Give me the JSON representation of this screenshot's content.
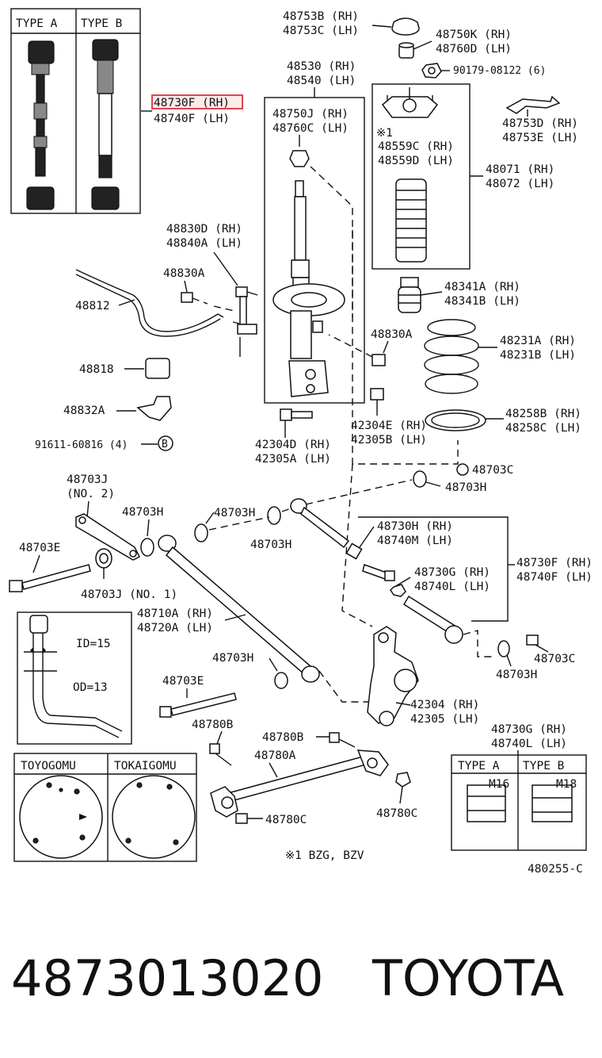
{
  "diagram": {
    "type_box": {
      "type_a": "TYPE A",
      "type_b": "TYPE B"
    },
    "labels": {
      "p48730F_rh": "48730F (RH)",
      "p48740F_lh": "48740F (LH)",
      "p48753B": "48753B (RH)",
      "p48753C": "48753C (LH)",
      "p48750K": "48750K (RH)",
      "p48760D": "48760D (LH)",
      "p90179": "90179-08122 (6)",
      "p48530": "48530 (RH)",
      "p48540": "48540 (LH)",
      "p48750J": "48750J (RH)",
      "p48760C": "48760C (LH)",
      "p48753D": "48753D (RH)",
      "p48753E": "48753E (LH)",
      "note1": "※1",
      "p48559C": "48559C (RH)",
      "p48559D": "48559D (LH)",
      "p48071": "48071 (RH)",
      "p48072": "48072 (LH)",
      "p48830D": "48830D (RH)",
      "p48840A": "48840A (LH)",
      "p48830A_a": "48830A",
      "p48812": "48812",
      "p48341A": "48341A (RH)",
      "p48341B": "48341B (LH)",
      "p48830A_b": "48830A",
      "p48231A": "48231A (RH)",
      "p48231B": "48231B (LH)",
      "p48818": "48818",
      "p48832A": "48832A",
      "p91611": "91611-60816 (4)",
      "circle_b": "B",
      "p48258B": "48258B (RH)",
      "p48258C": "48258C (LH)",
      "p42304E": "42304E (RH)",
      "p42305B": "42305B (LH)",
      "p42304D": "42304D (RH)",
      "p42305A": "42305A (LH)",
      "p48703C_a": "48703C",
      "p48703H_a": "48703H",
      "p48703J_no2": "48703J",
      "no2": "(NO. 2)",
      "p48703H_b": "48703H",
      "p48703H_c": "48703H",
      "p48703H_d": "48703H",
      "p48703E_a": "48703E",
      "p48730H": "48730H (RH)",
      "p48740M": "48740M (LH)",
      "p48730F_rh2": "48730F (RH)",
      "p48740F_lh2": "48740F (LH)",
      "p48730G_a": "48730G (RH)",
      "p48740L_a": "48740L (LH)",
      "p48703J_no1": "48703J (NO. 1)",
      "p48710A": "48710A (RH)",
      "p48720A": "48720A (LH)",
      "id15": "ID=15",
      "od13": "OD=13",
      "p48703H_e": "48703H",
      "p48703E_b": "48703E",
      "p48703C_b": "48703C",
      "p48703H_f": "48703H",
      "p42304": "42304 (RH)",
      "p42305": "42305 (LH)",
      "p48780B_a": "48780B",
      "p48780B_b": "48780B",
      "p48780A": "48780A",
      "p48730G_b": "48730G (RH)",
      "p48740L_b": "48740L (LH)",
      "toyogomu": "TOYOGOMU",
      "tokaigomu": "TOKAIGOMU",
      "type_a2": "TYPE A",
      "type_b2": "TYPE B",
      "m16": "M16",
      "m18": "M18",
      "p48780C_a": "48780C",
      "p48780C_b": "48780C",
      "footnote": "※1 BZG, BZV",
      "code": "480255-C"
    }
  },
  "caption": {
    "part_number": "4873013020",
    "brand": "TOYOTA"
  },
  "colors": {
    "highlight_fill": "#fde9ea",
    "highlight_border": "#d9343c",
    "ink": "#111111"
  }
}
